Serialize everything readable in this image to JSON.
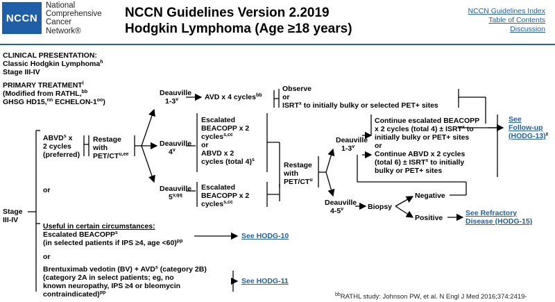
{
  "header": {
    "logo_text": "NCCN",
    "org_name": "National\nComprehensive\nCancer\nNetwork®",
    "title_line1": "NCCN Guidelines Version 2.2019",
    "title_line2": "Hodgkin Lymphoma (Age ≥18 years)",
    "links": [
      "NCCN Guidelines Index",
      "Table of Contents",
      "Discussion"
    ]
  },
  "clinical": {
    "heading": "CLINICAL PRESENTATION:",
    "line1": "Classic Hodgkin Lymphoma",
    "line1_sup": "h",
    "line2": "Stage III-IV"
  },
  "primary": {
    "heading": "PRIMARY TREATMENT",
    "heading_sup": "l",
    "line1": "(Modified from RATHL,",
    "line1_sup": "bb",
    "line2a": "GHSG HD15,",
    "line2a_sup": "nn",
    "line2b": " ECHELON-1",
    "line2b_sup": "oo",
    "line2c": ")"
  },
  "stage": {
    "line1": "Stage",
    "line2": "III-IV"
  },
  "abvd": {
    "line1": "ABVD",
    "line1_sup": "s",
    "line1b": " x",
    "line2": "2 cycles",
    "line3": "(preferred)"
  },
  "restage1": {
    "line1": "Restage",
    "line2": "with",
    "line3": "PET/CT",
    "line3_sup": "u,ee"
  },
  "or_label": "or",
  "deauville_a": {
    "line1": "Deauville",
    "line2": "1-3",
    "line2_sup": "v"
  },
  "deauville_b": {
    "line1": "Deauville",
    "line2": "4",
    "line2_sup": "v"
  },
  "deauville_c": {
    "line1": "Deauville",
    "line2": "5",
    "line2_sup": "v,qq"
  },
  "avd": {
    "text": "AVD x 4 cycles",
    "sup": "bb"
  },
  "observe": {
    "line1": "Observe",
    "line2": "or",
    "line3a": "ISRT",
    "line3_sup": "x",
    "line3b": " to initially bulky or selected PET+ sites"
  },
  "escalated_a": {
    "line1": "Escalated",
    "line2": "BEACOPP x 2",
    "line3": "cycles",
    "line3_sup": "s,cc",
    "line4": "or",
    "line5": "ABVD x 2",
    "line6": "cycles (total 4)",
    "line6_sup": "s"
  },
  "escalated_b": {
    "line1": "Escalated",
    "line2": "BEACOPP x 2",
    "line3": "cycles",
    "line3_sup": "s,cc"
  },
  "restage2": {
    "line1": "Restage",
    "line2": "with",
    "line3": "PET/CT",
    "line3_sup": "u"
  },
  "deauville_d": {
    "line1": "Deauville",
    "line2": "1-3",
    "line2_sup": "v"
  },
  "deauville_e": {
    "line1": "Deauville",
    "line2": "4-5",
    "line2_sup": "v"
  },
  "continue": {
    "line1": "Continue escalated BEACOPP",
    "line2a": "x 2 cycles (total 4) ± ISRT",
    "line2_sup": "x",
    "line2b": " to",
    "line3": "initially bulky or PET+ sites",
    "line4": "or",
    "line5": "Continue ABVD x 2 cycles",
    "line6a": "(total 6) ± ISRT",
    "line6_sup": "x",
    "line6b": " to initially",
    "line7": "bulky or PET+ sites"
  },
  "biopsy": "Biopsy",
  "negative": "Negative",
  "positive": "Positive",
  "followup": {
    "line1": "See",
    "line2": "Follow-up",
    "line3": "(HODG-13)",
    "sup": "z"
  },
  "refractory": {
    "line1": "See Refractory",
    "line2": "Disease (HODG-15)"
  },
  "useful": {
    "heading": "Useful in certain circumstances:",
    "beacopp_line1": "Escalated BEACOPP",
    "beacopp_sup": "s",
    "beacopp_line2": "(in selected patients if IPS ≥4, age <60)",
    "beacopp_line2_sup": "pp",
    "or": "or",
    "bv_line1a": "Brentuximab vedotin (BV) + AVD",
    "bv_line1_sup": "s",
    "bv_line1b": " (category 2B)",
    "bv_line2": "(category 2A in select patients; eg, no",
    "bv_line3": "known neuropathy, IPS ≥4 or bleomycin",
    "bv_line4": "contraindicated)",
    "bv_line4_sup": "pp"
  },
  "see_hodg10": "See HODG-10",
  "see_hodg11": "See HODG-11",
  "footnote": {
    "sup": "bb",
    "text": "RATHL study: Johnson PW, et al. N Engl J Med 2016;374:2419-"
  },
  "colors": {
    "brand_blue": "#1f5fa8"
  }
}
